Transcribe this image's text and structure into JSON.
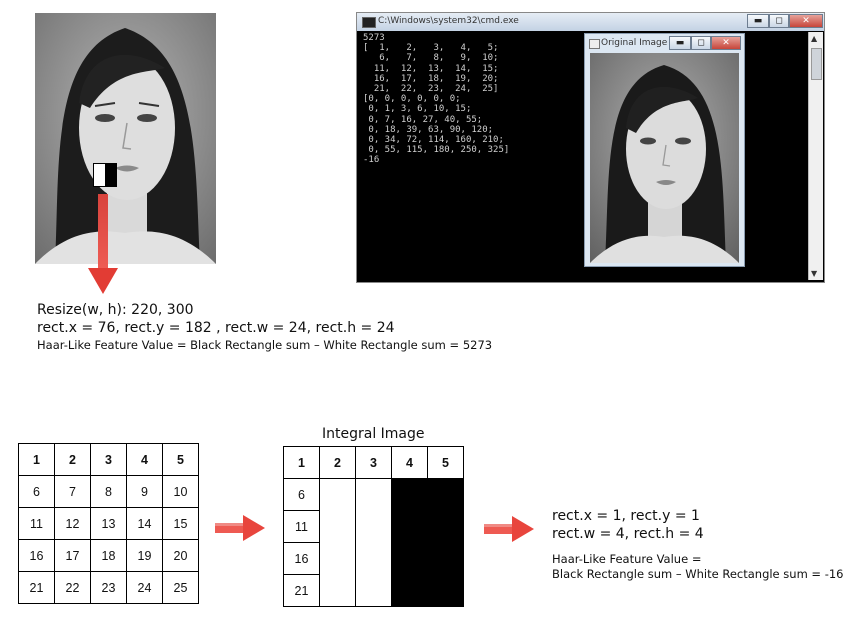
{
  "console": {
    "title": "C:\\Windows\\system32\\cmd.exe",
    "output": "5273\n[  1,   2,   3,   4,   5;\n   6,   7,   8,   9,  10;\n  11,  12,  13,  14,  15;\n  16,  17,  18,  19,  20;\n  21,  22,  23,  24,  25]\n[0, 0, 0, 0, 0, 0;\n 0, 1, 3, 6, 10, 15;\n 0, 7, 16, 27, 40, 55;\n 0, 18, 39, 63, 90, 120;\n 0, 34, 72, 114, 160, 210;\n 0, 55, 115, 180, 250, 325]\n-16",
    "min_btn": "▬",
    "max_btn": "◻",
    "close_btn": "✕"
  },
  "original_window": {
    "title": "Original Image",
    "min_btn": "▬",
    "max_btn": "◻",
    "close_btn": "✕"
  },
  "caption": {
    "resize": "Resize(w, h): 220,  300",
    "rect": "rect.x = 76, rect.y = 182 , rect.w = 24, rect.h = 24",
    "haar": "Haar-Like  Feature  Value =   Black  Rectangle  sum – White  Rectangle  sum = 5273"
  },
  "grid1": [
    [
      "1",
      "2",
      "3",
      "4",
      "5"
    ],
    [
      "6",
      "7",
      "8",
      "9",
      "10"
    ],
    [
      "11",
      "12",
      "13",
      "14",
      "15"
    ],
    [
      "16",
      "17",
      "18",
      "19",
      "20"
    ],
    [
      "21",
      "22",
      "23",
      "24",
      "25"
    ]
  ],
  "integral": {
    "label": "Integral Image",
    "header": [
      "1",
      "2",
      "3",
      "4",
      "5"
    ],
    "rows": [
      "6",
      "11",
      "16",
      "21"
    ]
  },
  "rect_info": {
    "line1": "rect.x  = 1,   rect.y = 1",
    "line2": "rect.w  = 4, rect.h  = 4"
  },
  "haar2": {
    "line1": "Haar-Like  Feature  Value =",
    "line2": "Black  Rectangle  sum – White  Rectangle  sum = -16"
  },
  "colors": {
    "arrow_red": "#e8453d",
    "console_bg": "#000000"
  }
}
